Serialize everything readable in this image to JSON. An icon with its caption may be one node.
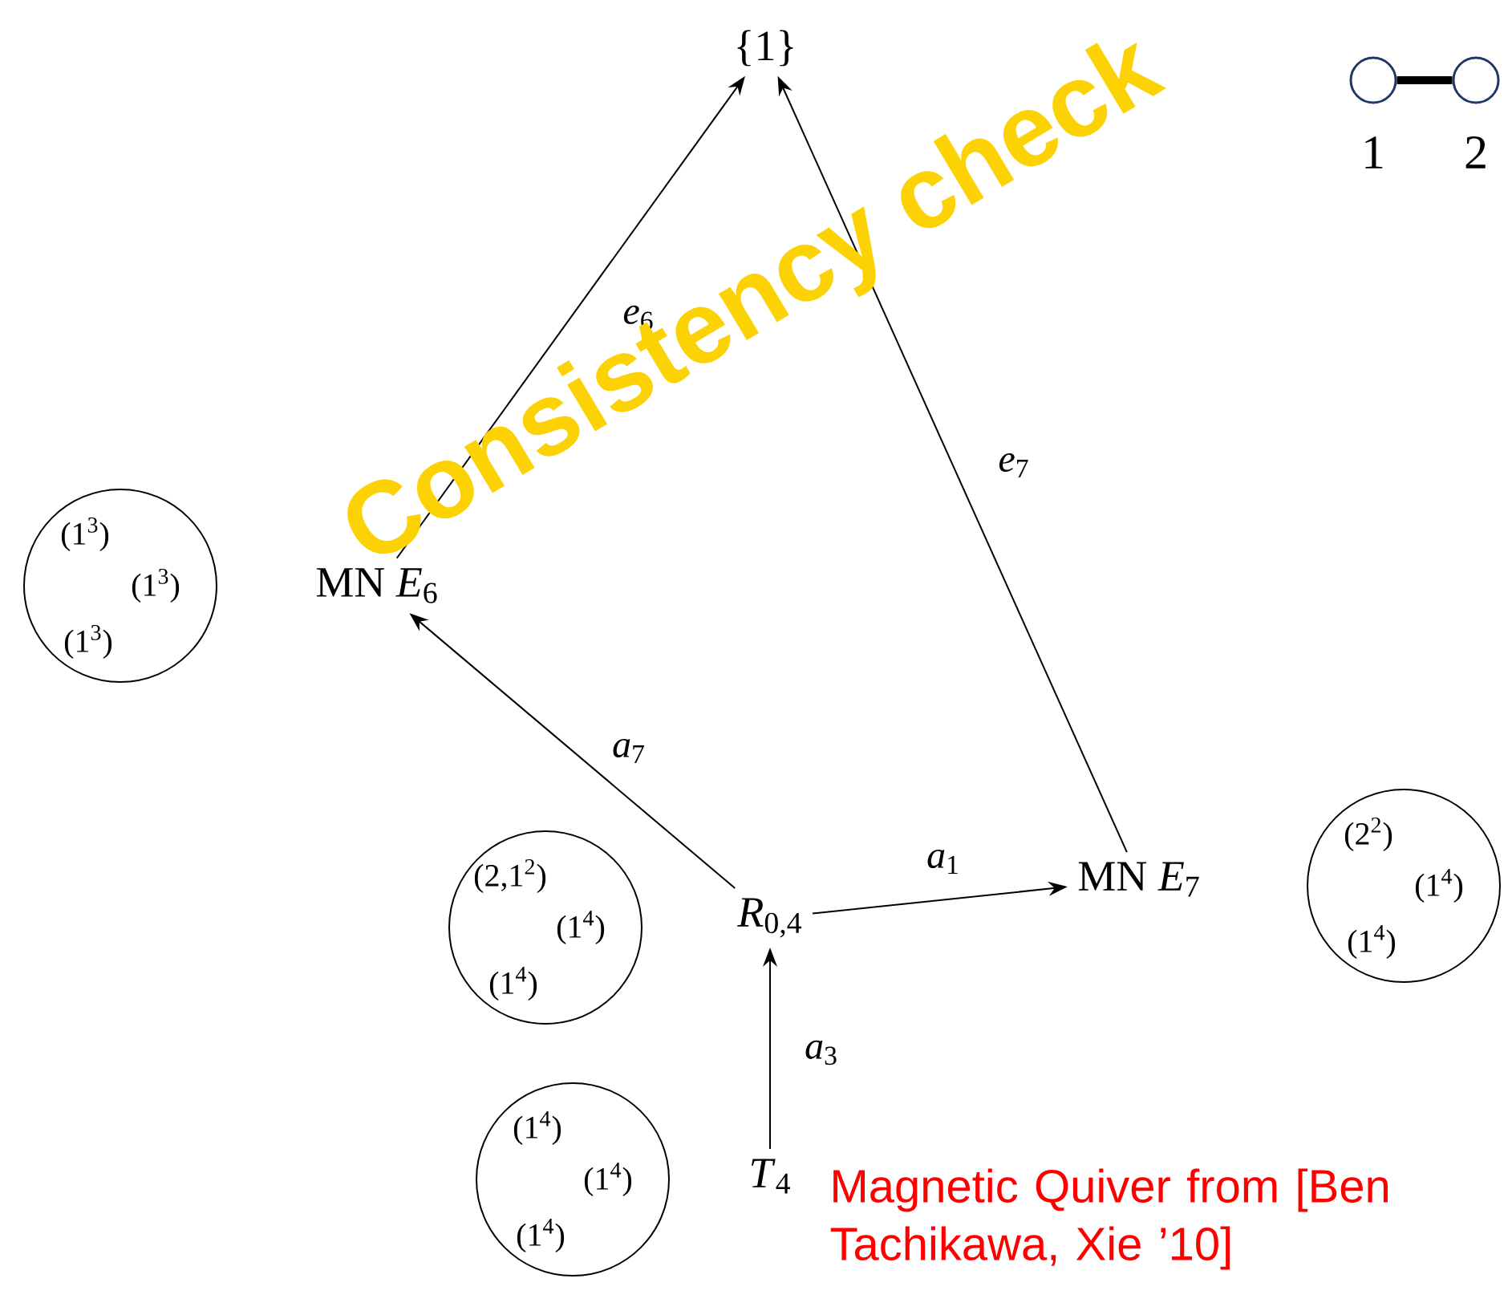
{
  "diagram": {
    "nodes": [
      {
        "text": [
          "{1}"
        ]
      },
      {
        "text": [
          "MN *E*$_{6}$"
        ]
      },
      {
        "text": [
          "(1$^{3}$)",
          "(1$^{3}$)",
          "(1$^{3}$)"
        ]
      },
      {
        "text": [
          "*R*$_{0,4}$"
        ]
      },
      {
        "text": [
          "MN *E*$_{7}$"
        ]
      },
      {
        "text": [
          "(2$^{2}$)",
          "(1$^{4}$)",
          "(1$^{4}$)"
        ]
      },
      {
        "text": [
          "(2,1$^{2}$)",
          "(1$^{4}$)",
          "(1$^{4}$)"
        ]
      },
      {
        "text": [
          "*T*$_{4}$"
        ]
      },
      {
        "text": [
          "(1$^{4}$)",
          "(1$^{4}$)",
          "(1$^{4}$)"
        ]
      },
      {
        "text": [],
        "shape": "circle",
        "beside": [
          "1"
        ]
      },
      {
        "text": [],
        "shape": "circle",
        "beside": [
          "2"
        ]
      }
    ],
    "edges": [
      {
        "from": 1,
        "to": 0,
        "arrow": "to",
        "label": "*e*$_{6}$"
      },
      {
        "from": 4,
        "to": 0,
        "arrow": "to",
        "label": "*e*$_{7}$"
      },
      {
        "from": 3,
        "to": 1,
        "arrow": "to",
        "label": "*a*$_{7}$"
      },
      {
        "from": 3,
        "to": 4,
        "arrow": "to",
        "label": "*a*$_{1}$"
      },
      {
        "from": 7,
        "to": 3,
        "arrow": "to",
        "label": "*a*$_{3}$"
      },
      {
        "from": 9,
        "to": 10,
        "arrow": "none",
        "style": "thick"
      }
    ],
    "labels": [
      "Consistency check",
      "Magnetic Quiver from [Ben Tachikawa, Xie ’10]"
    ]
  }
}
